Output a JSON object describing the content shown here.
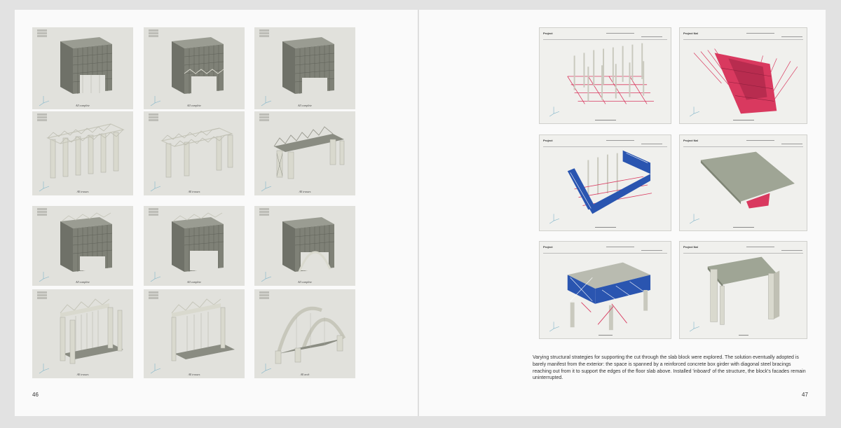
{
  "spread": {
    "left_page_number": "46",
    "right_page_number": "47",
    "body_text": "Varying structural strategies for supporting the cut through the slab block were explored. The solution eventually adopted is barely manifest from the exterior: the space is spanned by a reinforced concrete box girder with diagonal steel bracings reaching out from it to support the edges of the floor slab above. Installed 'inboard' of the structure, the block's facades remain uninterrupted."
  },
  "left_page": {
    "captions": [
      "All complete",
      "All complete",
      "All complete",
      "All trusses",
      "All trusses",
      "All trusses",
      "All complete",
      "All complete",
      "All complete",
      "All trusses",
      "All trusses",
      "All arch"
    ]
  },
  "right_page": {
    "panel_titles": [
      "Project",
      "Project Nal",
      "Project",
      "Project Nal",
      "Project",
      "Project Nal"
    ]
  },
  "colors": {
    "page": "#fafafa",
    "panel": "#e1e1dc",
    "building": "#7d7f75",
    "concrete": "#d9d9ce",
    "steel_red": "#d9395f",
    "steel_blue": "#2a55b0",
    "slab": "#9fa595"
  }
}
